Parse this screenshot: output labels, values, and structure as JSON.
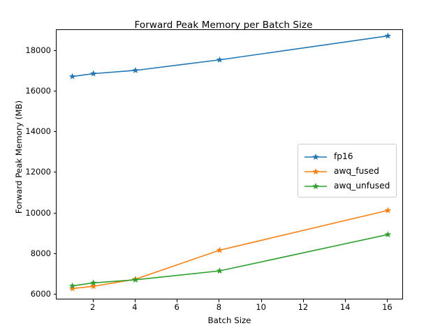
{
  "chart_data": {
    "type": "line",
    "title": "Forward Peak Memory per Batch Size",
    "xlabel": "Batch Size",
    "ylabel": "Forward Peak Memory (MB)",
    "x": [
      1,
      2,
      4,
      8,
      16
    ],
    "xlim": [
      0.25,
      16.75
    ],
    "ylim": [
      5720,
      19030
    ],
    "xticks": [
      2,
      4,
      6,
      8,
      10,
      12,
      14,
      16
    ],
    "yticks": [
      6000,
      8000,
      10000,
      12000,
      14000,
      16000,
      18000
    ],
    "grid": false,
    "legend_position": "center right",
    "marker": "star",
    "series": [
      {
        "name": "fp16",
        "color": "#1f77b4",
        "values": [
          16740,
          16880,
          17040,
          17560,
          18740
        ]
      },
      {
        "name": "awq_fused",
        "color": "#ff7f0e",
        "values": [
          6290,
          6400,
          6750,
          8180,
          10140
        ]
      },
      {
        "name": "awq_unfused",
        "color": "#2ca02c",
        "values": [
          6420,
          6570,
          6720,
          7160,
          8950
        ]
      }
    ]
  }
}
